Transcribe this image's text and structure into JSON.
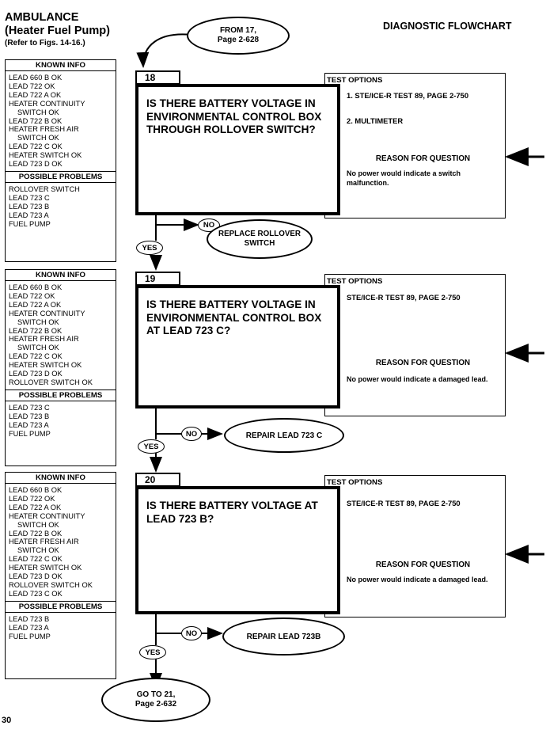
{
  "header": {
    "title": "AMBULANCE",
    "subtitle": "(Heater Fuel Pump)",
    "reference": "(Refer to Figs. 14-16.)",
    "right_title": "DIAGNOSTIC FLOWCHART"
  },
  "page_number": "30",
  "from_oval": {
    "line1": "FROM 17,",
    "line2": "Page 2-628"
  },
  "goto_oval": {
    "line1": "GO TO 21,",
    "line2": "Page 2-632"
  },
  "labels": {
    "known_info": "KNOWN INFO",
    "possible_problems": "POSSIBLE PROBLEMS",
    "test_options": "TEST OPTIONS",
    "reason_for_question": "REASON FOR QUESTION",
    "yes": "YES",
    "no": "NO"
  },
  "steps": [
    {
      "number": "18",
      "question": "IS THERE BATTERY VOLTAGE IN ENVIRONMENTAL CONTROL BOX THROUGH ROLLOVER SWITCH?",
      "test_options": [
        "1. STE/ICE-R TEST 89, PAGE 2-750",
        "2. MULTIMETER"
      ],
      "reason": "No power would indicate a switch malfunction.",
      "no_action": [
        "REPLACE ROLLOVER",
        "SWITCH"
      ],
      "known_info": [
        "LEAD 660 B OK",
        "LEAD 722 OK",
        "LEAD 722 A OK",
        "HEATER CONTINUITY",
        "SWITCH OK",
        "LEAD 722 B OK",
        "HEATER FRESH AIR",
        "SWITCH OK",
        "LEAD 722 C OK",
        "HEATER SWITCH OK",
        "LEAD 723 D OK"
      ],
      "possible_problems": [
        "ROLLOVER SWITCH",
        "LEAD 723 C",
        "LEAD 723 B",
        "LEAD 723 A",
        "FUEL PUMP"
      ]
    },
    {
      "number": "19",
      "question": "IS THERE BATTERY VOLTAGE IN ENVIRONMENTAL CONTROL BOX AT LEAD 723 C?",
      "test_options": [
        "STE/ICE-R TEST 89, PAGE 2-750"
      ],
      "reason": "No power would indicate a damaged lead.",
      "no_action": [
        "REPAIR LEAD 723 C"
      ],
      "known_info": [
        "LEAD 660 B OK",
        "LEAD 722 OK",
        "LEAD 722 A OK",
        "HEATER CONTINUITY",
        "SWITCH OK",
        "LEAD 722 B OK",
        "HEATER FRESH AIR",
        "SWITCH OK",
        "LEAD 722 C OK",
        "HEATER SWITCH OK",
        "LEAD 723 D OK",
        "ROLLOVER SWITCH OK"
      ],
      "possible_problems": [
        "LEAD 723 C",
        "LEAD 723 B",
        "LEAD 723 A",
        "FUEL PUMP"
      ]
    },
    {
      "number": "20",
      "question": "IS THERE BATTERY VOLTAGE AT LEAD 723 B?",
      "test_options": [
        "STE/ICE-R TEST 89, PAGE 2-750"
      ],
      "reason": "No power would indicate a damaged lead.",
      "no_action": [
        "REPAIR LEAD 723B"
      ],
      "known_info": [
        "LEAD 660 B OK",
        "LEAD 722 OK",
        "LEAD 722 A OK",
        "HEATER CONTINUITY",
        "SWITCH OK",
        "LEAD 722 B OK",
        "HEATER FRESH AIR",
        "SWITCH OK",
        "LEAD 722 C OK",
        "HEATER SWITCH OK",
        "LEAD 723 D OK",
        "ROLLOVER SWITCH OK",
        "LEAD 723 C OK"
      ],
      "possible_problems": [
        "LEAD 723 B",
        "LEAD 723 A",
        "FUEL PUMP"
      ]
    }
  ]
}
